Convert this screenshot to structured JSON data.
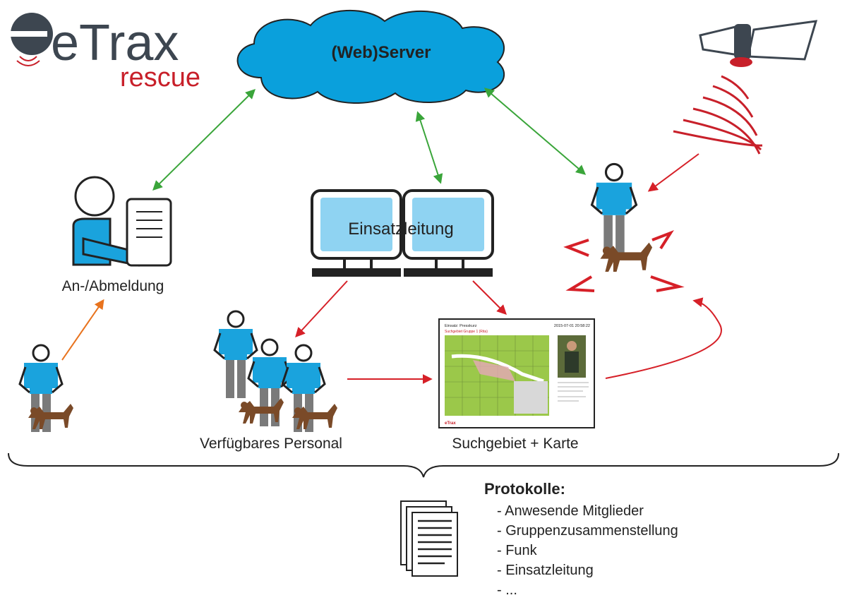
{
  "logo": {
    "word": "eTrax",
    "sub": "rescue",
    "colors": {
      "dark": "#3d4650",
      "red": "#c8202a"
    }
  },
  "server": {
    "label": "(Web)Server",
    "color": "#0aa0dc"
  },
  "nodes": {
    "registration": "An-/Abmeldung",
    "command": "Einsatzleitung",
    "personnel": "Verfügbares Personal",
    "map": "Suchgebiet + Karte"
  },
  "map_screen": {
    "title": "Einsatz: Presskurz",
    "timestamp": "2015-07-01 20:58:22",
    "subtitle": "Suchgebiet Gruppe 1 (Rita)",
    "footer_logo": "eTrax"
  },
  "protocols": {
    "title": "Protokolle:",
    "items": [
      "- Anwesende Mitglieder",
      "- Gruppenzusammenstellung",
      "- Funk",
      "- Einsatzleitung",
      "- ..."
    ]
  },
  "colors": {
    "person_shirt": "#1aa3dd",
    "person_pants": "#7a7a7a",
    "dog": "#7a4a28",
    "arrow_green": "#3aa53a",
    "arrow_red": "#d62028",
    "arrow_orange": "#e8731e",
    "screen": "#8fd3f2",
    "signal_red": "#c8202a"
  }
}
